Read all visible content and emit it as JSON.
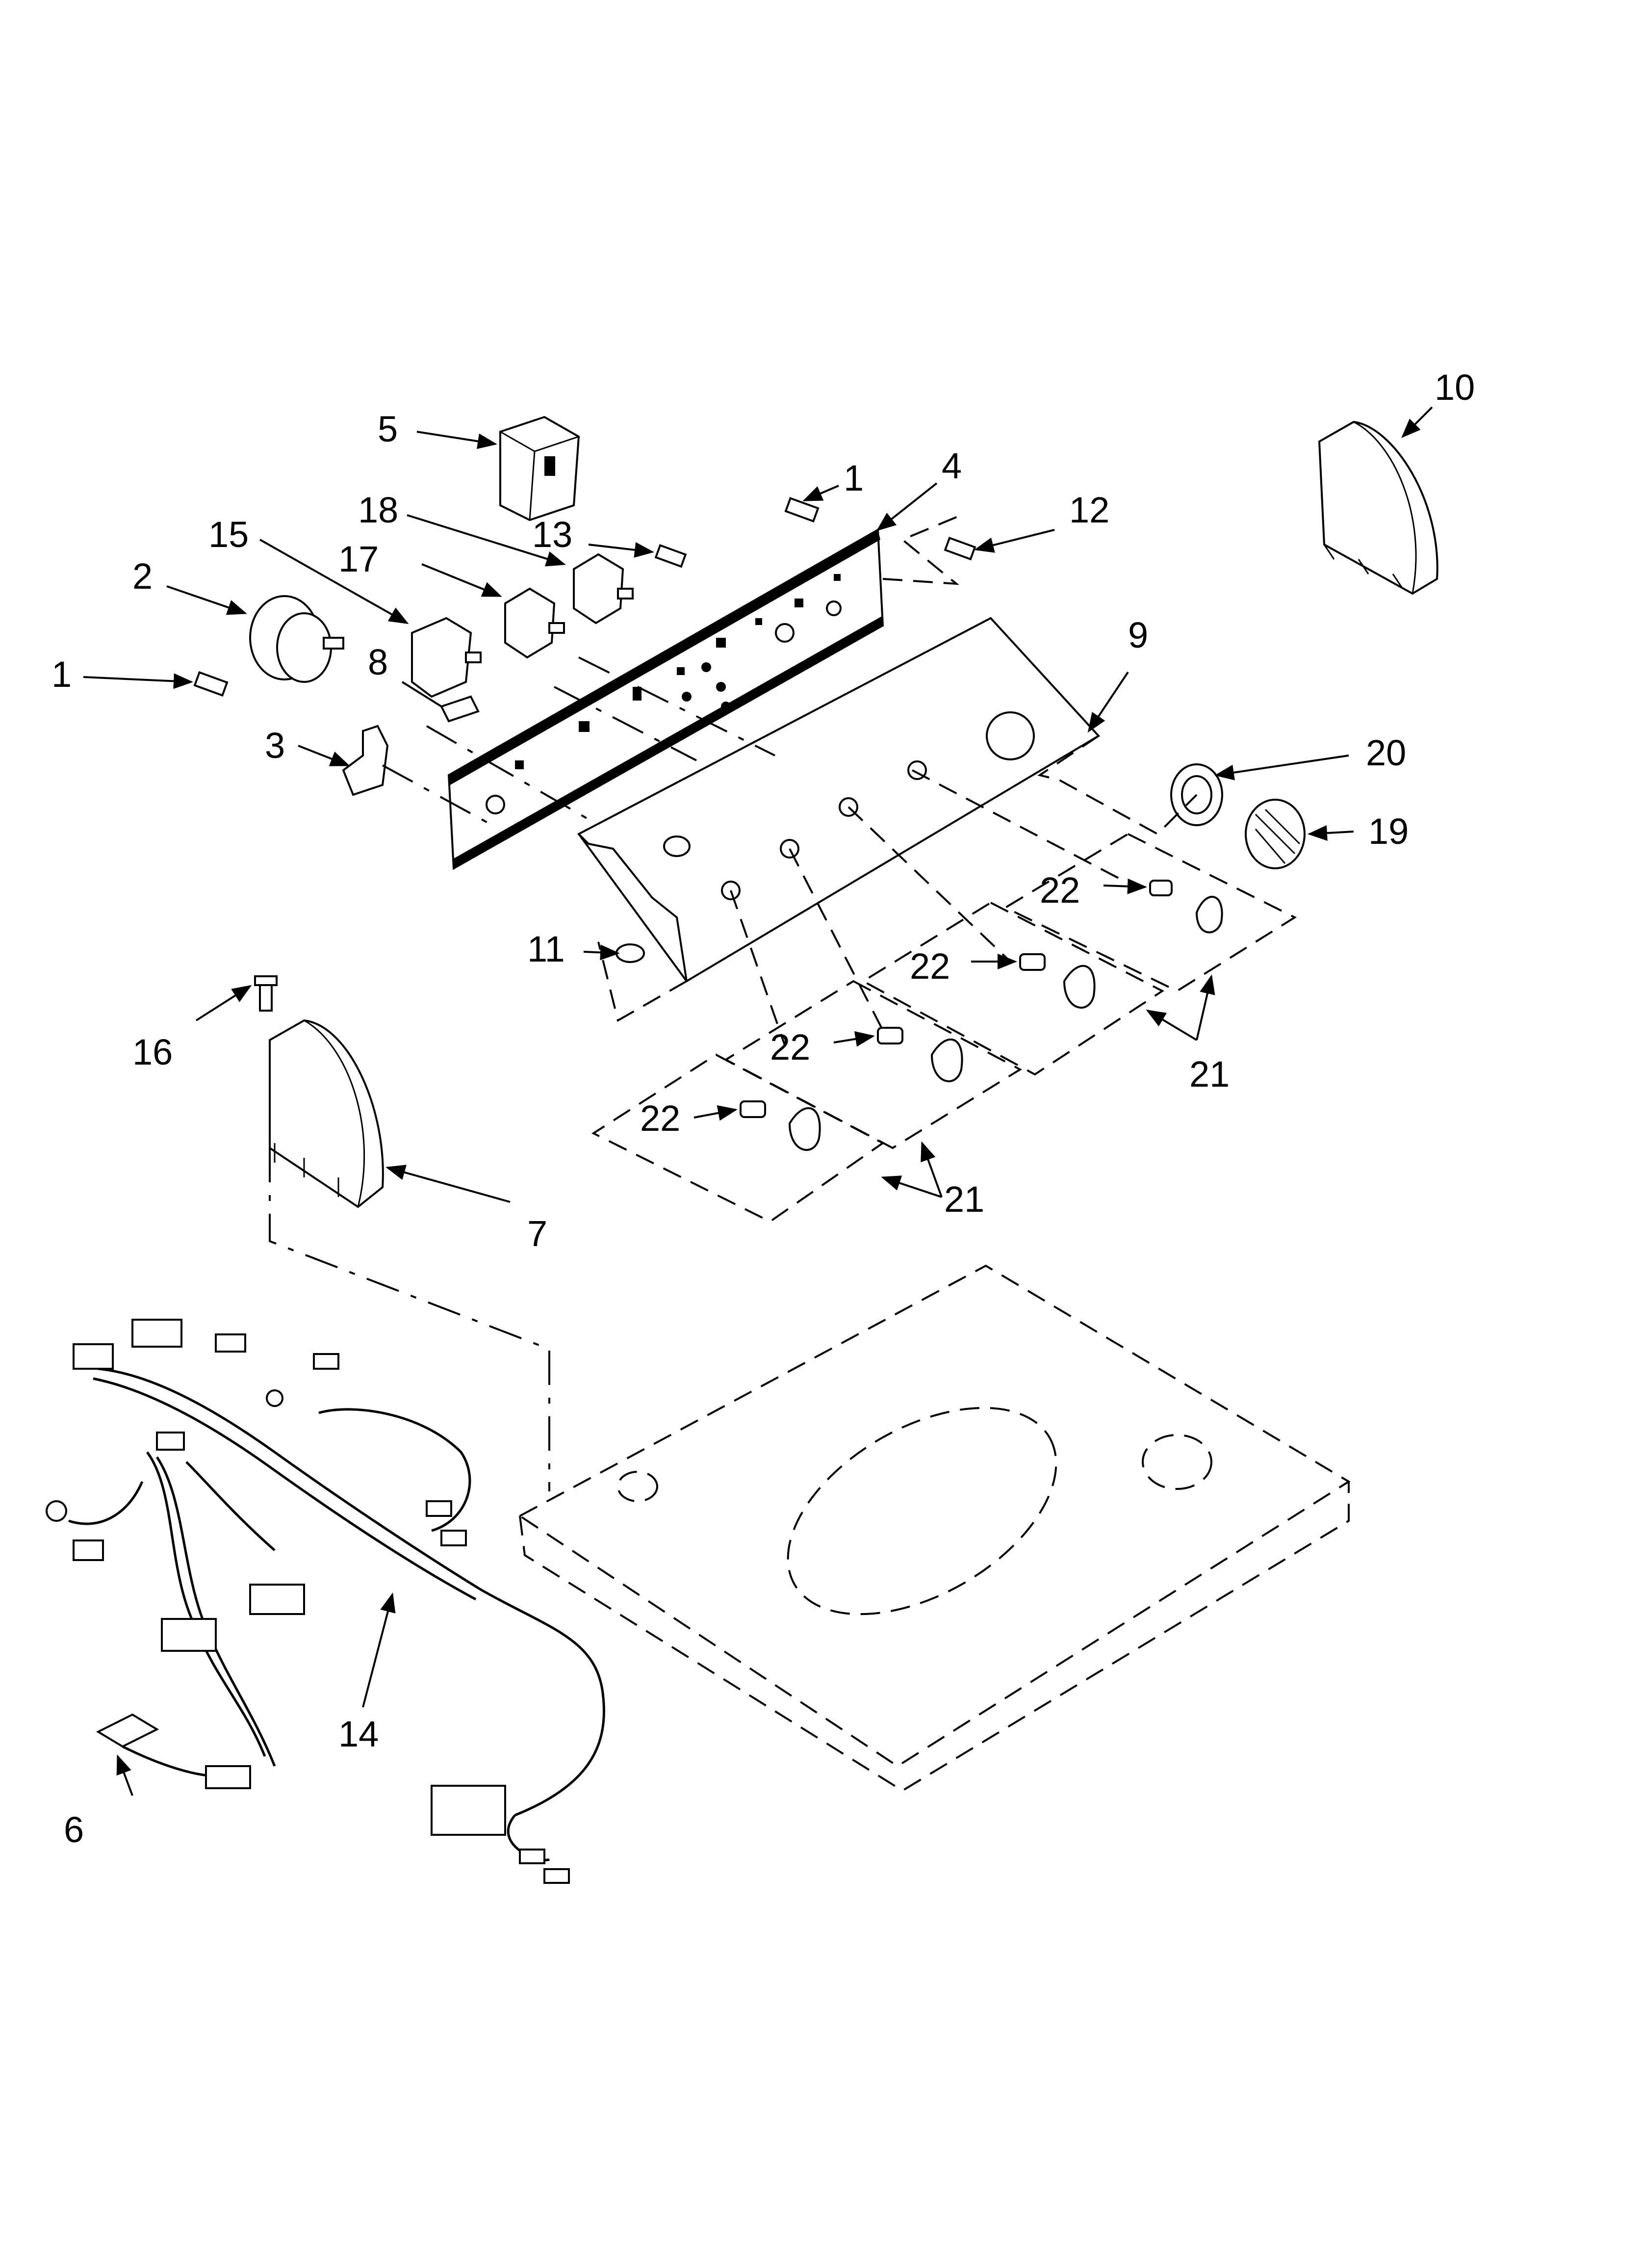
{
  "callouts": {
    "c1a": "1",
    "c1b": "1",
    "c2": "2",
    "c3": "3",
    "c4": "4",
    "c5": "5",
    "c6": "6",
    "c7": "7",
    "c8": "8",
    "c9": "9",
    "c10": "10",
    "c11": "11",
    "c12": "12",
    "c13": "13",
    "c14": "14",
    "c15": "15",
    "c16": "16",
    "c17": "17",
    "c18": "18",
    "c19": "19",
    "c20": "20",
    "c21a": "21",
    "c21b": "21",
    "c22a": "22",
    "c22b": "22",
    "c22c": "22",
    "c22d": "22"
  }
}
